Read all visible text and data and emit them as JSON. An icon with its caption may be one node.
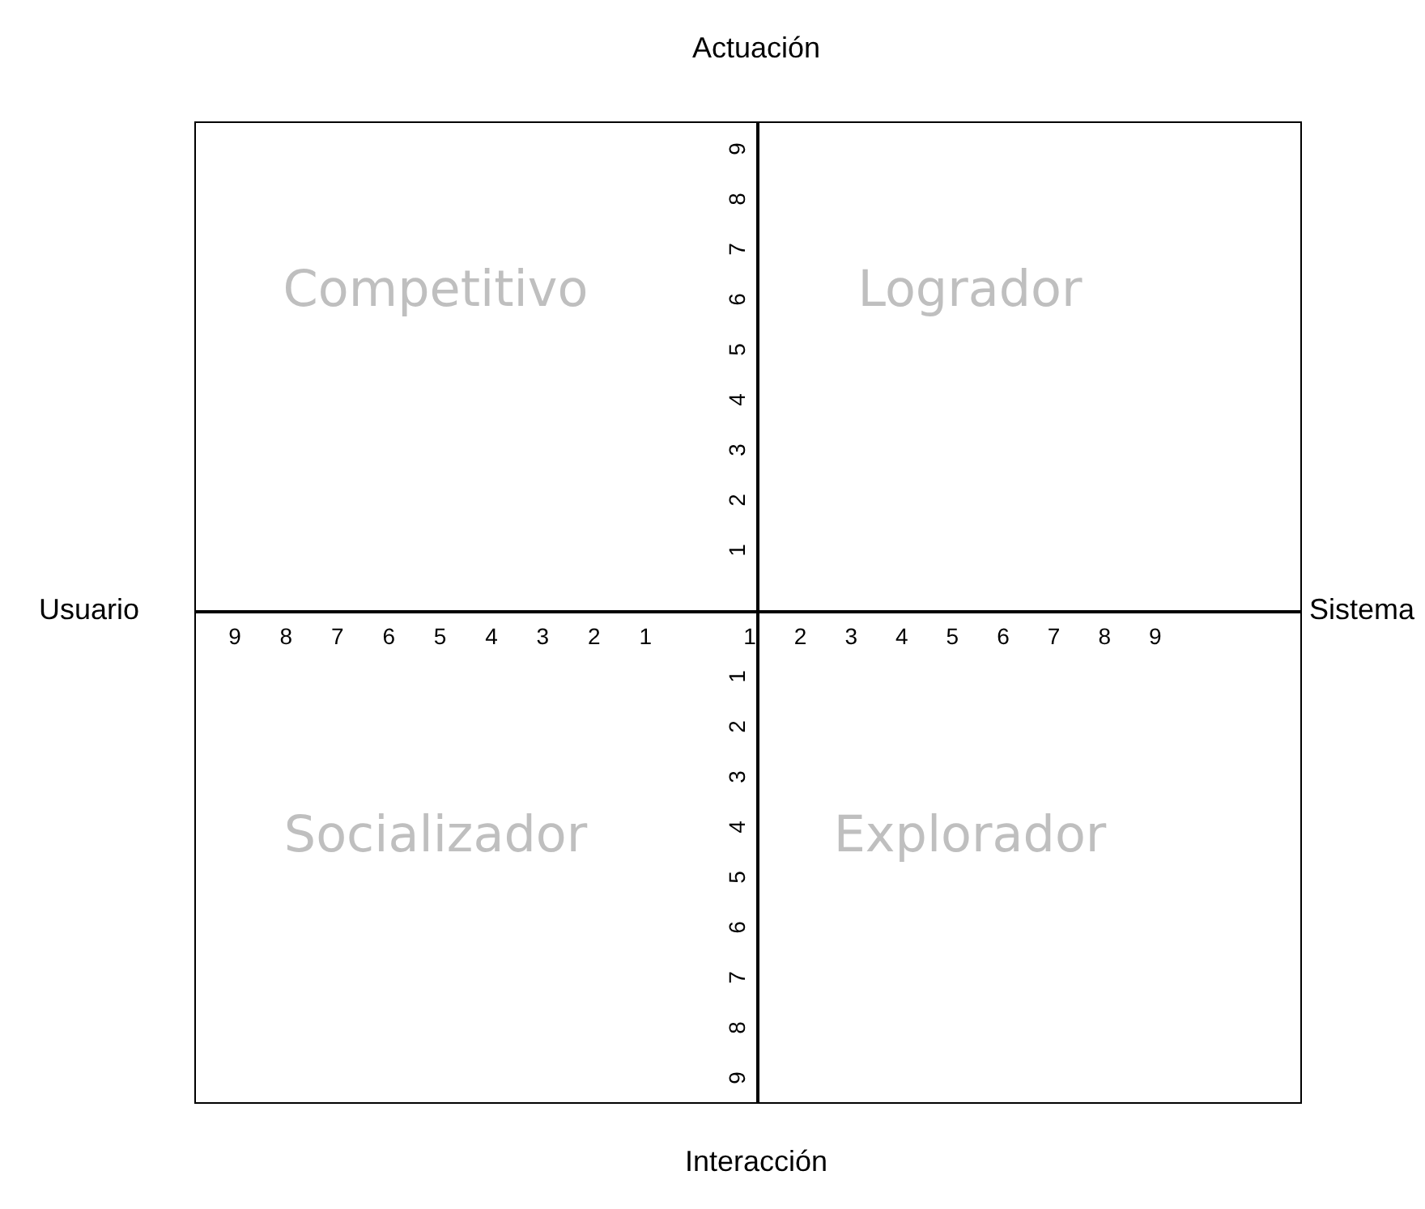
{
  "diagram": {
    "nodes": [
      {
        "text": [
          "Competitivo"
        ]
      },
      {
        "text": [
          "Logrador"
        ]
      },
      {
        "text": [
          "Socializador"
        ]
      },
      {
        "text": [
          "Explorador"
        ]
      }
    ],
    "labels": [
      "Actuación",
      "9",
      "8",
      "7",
      "6",
      "5",
      "4",
      "3",
      "2",
      "1",
      "Usuario",
      "9",
      "8",
      "7",
      "6",
      "5",
      "4",
      "3",
      "2",
      "1",
      "1",
      "2",
      "3",
      "4",
      "5",
      "6",
      "7",
      "8",
      "9",
      "Sistema",
      "1",
      "2",
      "3",
      "4",
      "5",
      "6",
      "7",
      "8",
      "9",
      "Interacción"
    ]
  }
}
